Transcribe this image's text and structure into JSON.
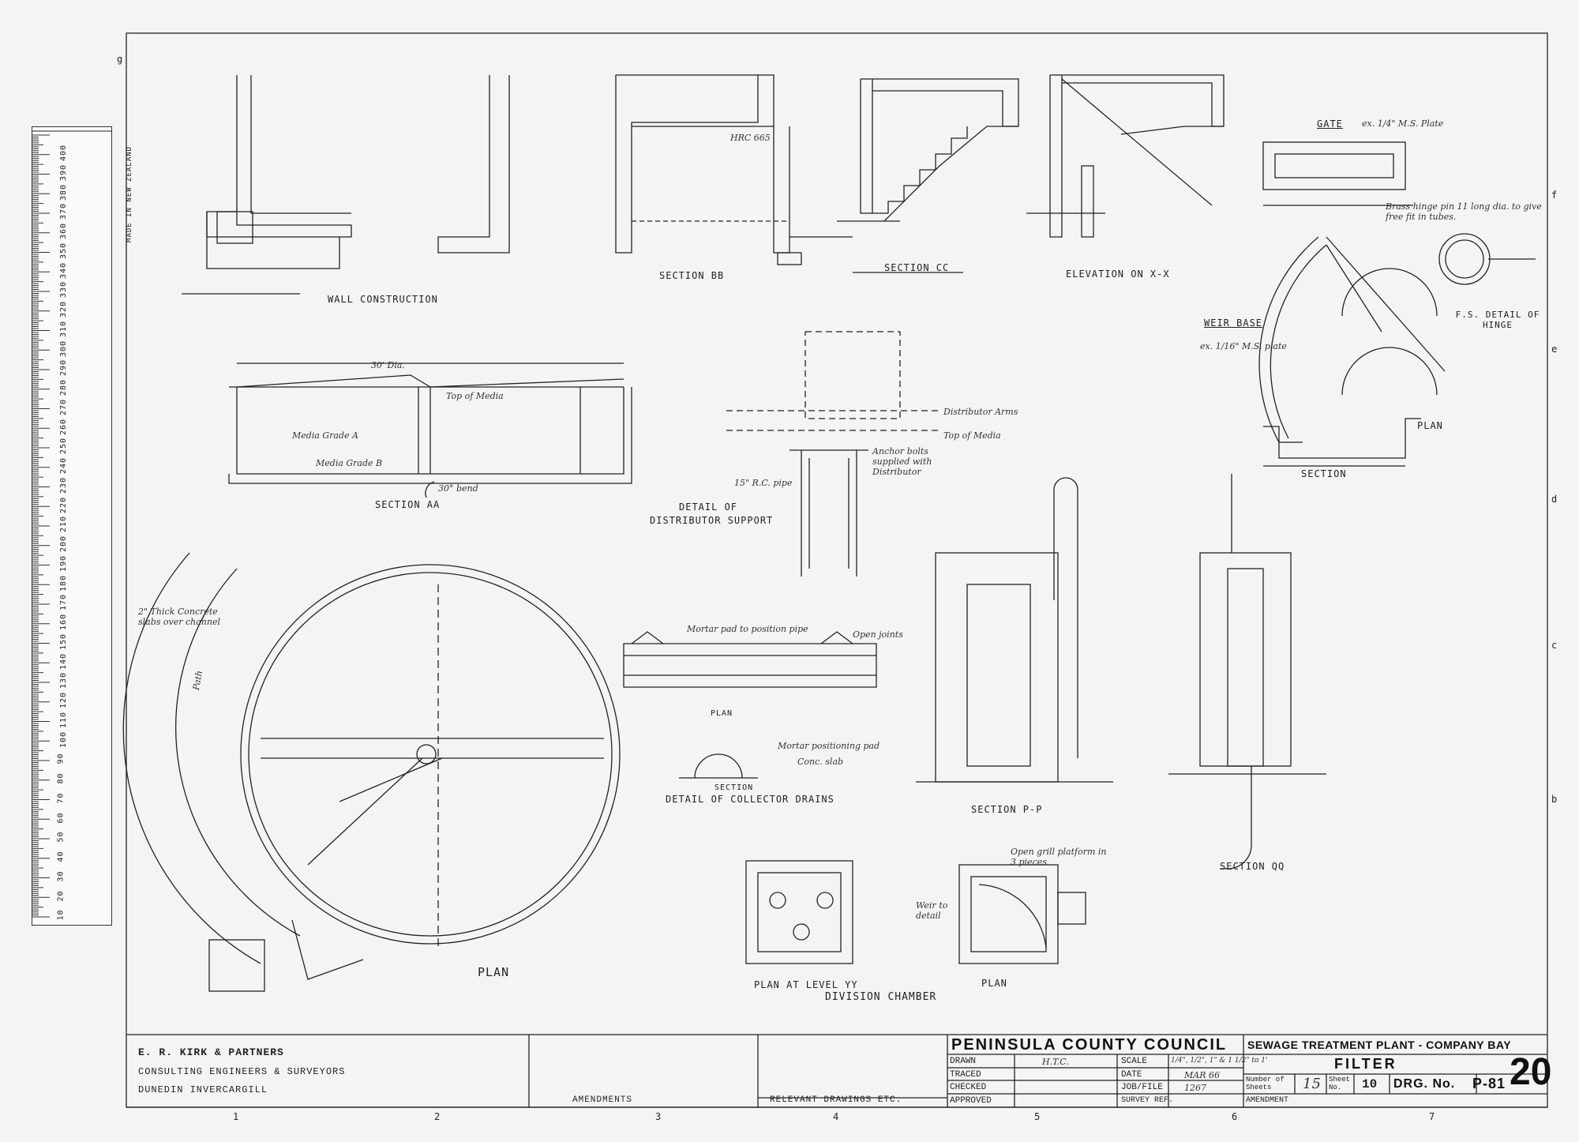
{
  "drawing_labels": {
    "wall_construction": "WALL CONSTRUCTION",
    "section_bb": "SECTION BB",
    "section_cc": "SECTION CC",
    "elevation_xx": "ELEVATION ON X-X",
    "gate": "GATE",
    "weir_base": "WEIR BASE",
    "section_aa": "SECTION AA",
    "detail_distributor": "DETAIL OF",
    "detail_distributor_2": "DISTRIBUTOR SUPPORT",
    "detail_collector": "DETAIL OF COLLECTOR DRAINS",
    "section_pp": "SECTION P-P",
    "section_qq": "SECTION QQ",
    "plan_main": "PLAN",
    "plan_level_yy": "PLAN AT LEVEL YY",
    "division_chamber": "DIVISION CHAMBER",
    "plan_small": "PLAN",
    "plan_weir": "PLAN",
    "section_weir": "SECTION",
    "fs_detail_hinge": "F.S. DETAIL OF HINGE",
    "plan_collector": "PLAN",
    "section_collector": "SECTION"
  },
  "annotations": {
    "hrc_665": "HRC 665",
    "distributor_arms": "Distributor Arms",
    "top_of_media": "Top of Media",
    "anchor_bolts": "Anchor bolts supplied with Distributor",
    "rc_pipe": "15\" R.C. pipe",
    "media_grade_a": "Media Grade A",
    "media_grade_b": "Media Grade B",
    "dia_30": "30' Dia.",
    "bend_30": "30° bend",
    "mortar_pad": "Mortar pad to position pipe",
    "open_joints": "Open joints",
    "mortar_positioning_pad": "Mortar positioning pad",
    "conc_slab": "Conc. slab",
    "concrete_slabs": "2\" Thick Concrete slabs over channel",
    "path": "Path",
    "open_grill": "Open grill platform in 3 pieces",
    "weir_to_detail": "Weir to detail",
    "brass_hinge": "Brass hinge pin 11 long dia. to give free fit in tubes.",
    "gate_plate": "ex. 1/4\" M.S. Plate",
    "weir_plate": "ex. 1/16\" M.S. plate"
  },
  "ruler": {
    "marks": [
      "400",
      "390",
      "380",
      "370",
      "360",
      "350",
      "340",
      "330",
      "320",
      "310",
      "300",
      "290",
      "280",
      "270",
      "260",
      "250",
      "240",
      "230",
      "220",
      "210",
      "200",
      "190",
      "180",
      "170",
      "160",
      "150",
      "140",
      "130",
      "120",
      "110",
      "100",
      "90",
      "80",
      "70",
      "60",
      "50",
      "40",
      "30",
      "20",
      "10"
    ],
    "brand": "MADE IN NEW ZEALAND"
  },
  "title_block": {
    "firm_line1": "E. R.        KIRK & PARTNERS",
    "firm_line2": "CONSULTING ENGINEERS & SURVEYORS",
    "firm_line3": "DUNEDIN          INVERCARGILL",
    "amendments": "AMENDMENTS",
    "relevant_drawings": "RELEVANT DRAWINGS ETC.",
    "client": "PENINSULA COUNTY COUNCIL",
    "project": "SEWAGE TREATMENT PLANT - COMPANY BAY",
    "drawing_title": "FILTER",
    "drawn_label": "DRAWN",
    "drawn_value": "H.T.C.",
    "traced_label": "TRACED",
    "checked_label": "CHECKED",
    "approved_label": "APPROVED",
    "scale_label": "SCALE",
    "scale_value": "1/4\", 1/2\", 1\" & 1 1/2\" to 1'",
    "date_label": "DATE",
    "date_value": "MAR 66",
    "job_label": "JOB/FILE",
    "job_value": "1267",
    "survey_label": "SURVEY REF.",
    "num_sheets_label": "Number of Sheets",
    "num_sheets_value": "15",
    "sheet_no_label": "Sheet No.",
    "sheet_no_value": "10",
    "drg_label": "DRG. No.",
    "drg_value": "P-81",
    "big_number": "20",
    "amendment_label": "AMENDMENT"
  },
  "grid_columns": [
    "1",
    "2",
    "3",
    "4",
    "5",
    "6",
    "7"
  ],
  "grid_rows": [
    "g",
    "f",
    "e",
    "d",
    "c",
    "b"
  ]
}
